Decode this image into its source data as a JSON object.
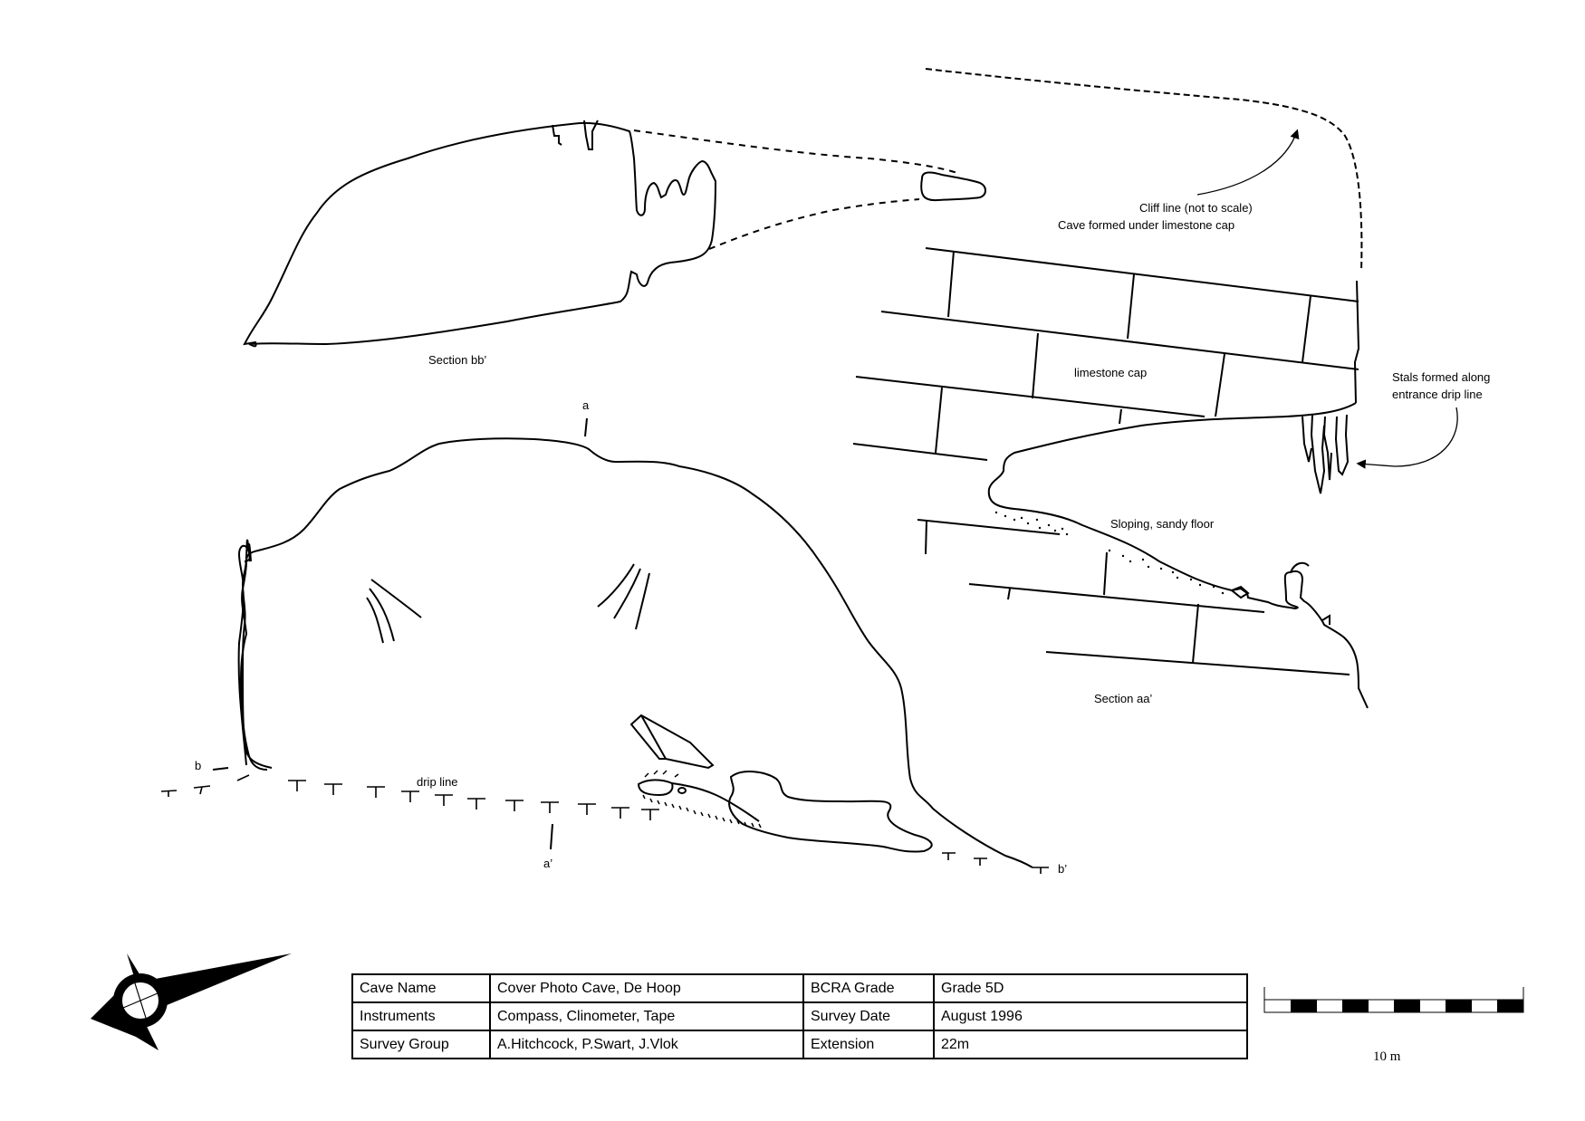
{
  "section_bb": {
    "label": "Section bb’"
  },
  "section_aa": {
    "label": "Section aa’"
  },
  "plan": {
    "marker_a": "a",
    "marker_a_prime": "a’",
    "marker_b": "b",
    "marker_b_prime": "b’",
    "drip_line": "drip line"
  },
  "annotations": {
    "cliff_line": "Cliff line (not to scale)",
    "cave_formed": "Cave formed under limestone cap",
    "limestone_cap": "limestone cap",
    "stals_line1": "Stals formed along",
    "stals_line2": "entrance drip line",
    "sloping_floor": "Sloping, sandy floor"
  },
  "info_table": {
    "rows": [
      {
        "label1": "Cave Name",
        "value1": "Cover Photo Cave, De Hoop",
        "label2": "BCRA Grade",
        "value2": "Grade 5D"
      },
      {
        "label1": "Instruments",
        "value1": "Compass, Clinometer, Tape",
        "label2": "Survey Date",
        "value2": "August 1996"
      },
      {
        "label1": "Survey Group",
        "value1": "A.Hitchcock, P.Swart, J.Vlok",
        "label2": "Extension",
        "value2": "22m"
      }
    ]
  },
  "scale_bar": {
    "label": "10 m"
  },
  "colors": {
    "ink": "#000000",
    "background": "#ffffff"
  },
  "icons": {
    "north_arrow": "compass-north-arrow-icon"
  }
}
